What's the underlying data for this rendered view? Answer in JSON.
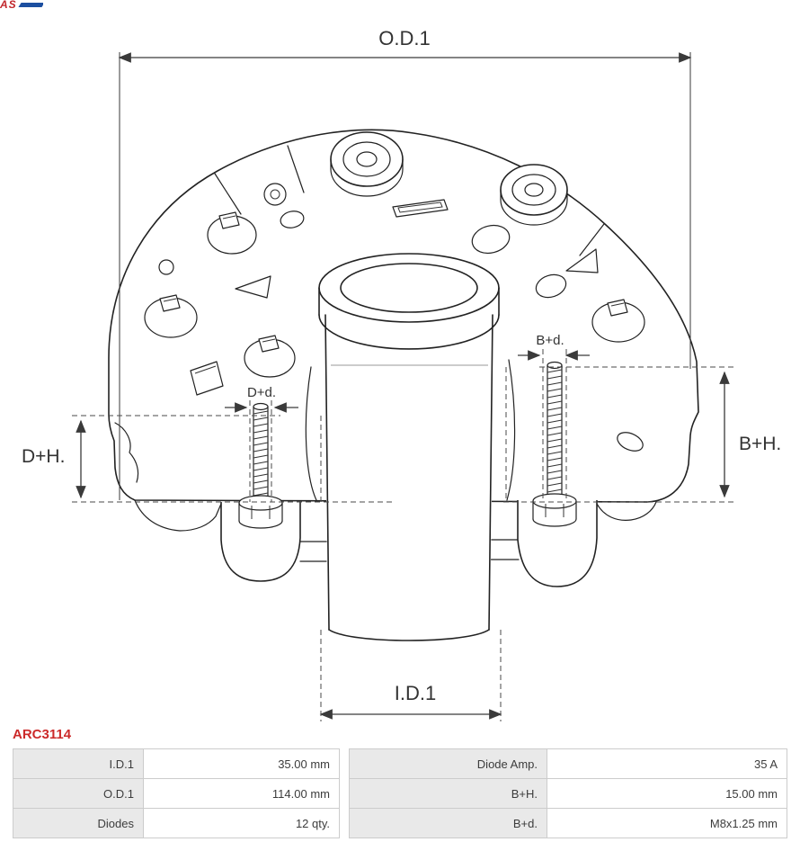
{
  "logo": {
    "text": "AS"
  },
  "part_number": "ARC3114",
  "diagram": {
    "dim_labels": {
      "od1": "O.D.1",
      "id1": "I.D.1",
      "dh": "D+H.",
      "bh": "B+H.",
      "dd": "D+d.",
      "bd": "B+d."
    }
  },
  "spec_table": {
    "left": [
      {
        "label": "I.D.1",
        "value": "35.00 mm"
      },
      {
        "label": "O.D.1",
        "value": "114.00 mm"
      },
      {
        "label": "Diodes",
        "value": "12 qty."
      }
    ],
    "right": [
      {
        "label": "Diode Amp.",
        "value": "35 A"
      },
      {
        "label": "B+H.",
        "value": "15.00 mm"
      },
      {
        "label": "B+d.",
        "value": "M8x1.25 mm"
      }
    ]
  },
  "colors": {
    "accent_red": "#cc2a2a",
    "logo_blue": "#1c4fa0",
    "line": "#222222",
    "table_border": "#cccccc",
    "table_label_bg": "#e9e9e9"
  }
}
